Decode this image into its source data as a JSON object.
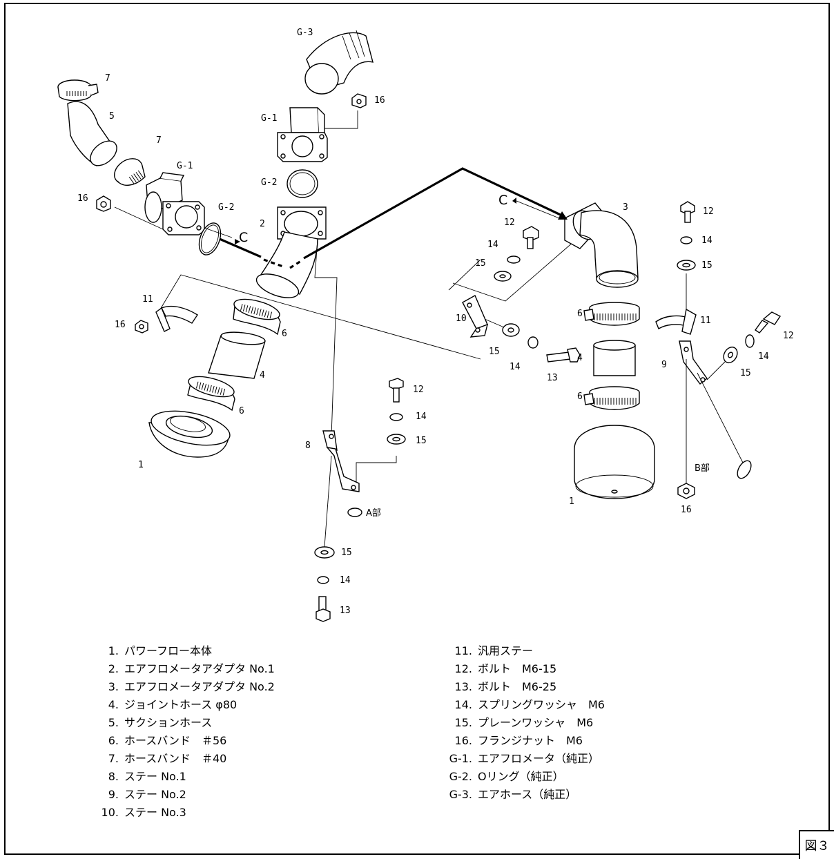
{
  "diagram": {
    "callouts": {
      "left": {
        "hose_band_top": "7",
        "suction_hose": "5",
        "hose_band_mid": "7",
        "airflow_meter": "G-1",
        "flange_nut": "16",
        "o_ring": "G-2",
        "adapter_no1": "2",
        "universal_stay": "11",
        "flange_nut_stay": "16",
        "hose_band_upper": "6",
        "joint_hose": "4",
        "hose_band_lower": "6",
        "powerflow_body": "1"
      },
      "center": {
        "air_hose": "G-3",
        "flange_nut": "16",
        "airflow_meter": "G-1",
        "o_ring": "G-2",
        "adapter_no1": "2",
        "bolt_a": "12",
        "spring_washer_a": "14",
        "plain_washer_a": "15",
        "stay_no1": "8",
        "plain_washer_b": "15",
        "spring_washer_b": "14",
        "bolt_b": "13",
        "stay_no3": "10",
        "bolt_c": "12",
        "spring_washer_c": "14",
        "plain_washer_c": "15",
        "plain_washer_d": "15",
        "spring_washer_d": "14",
        "bolt_d": "13"
      },
      "right": {
        "adapter_no2": "3",
        "bolt_a": "12",
        "spring_washer_a": "14",
        "plain_washer_a": "15",
        "hose_band_upper": "6",
        "universal_stay": "11",
        "joint_hose": "4",
        "hose_band_lower": "6",
        "stay_no2": "9",
        "bolt_b": "12",
        "spring_washer_b": "14",
        "plain_washer_b": "15",
        "powerflow_body": "1",
        "flange_nut": "16"
      }
    },
    "view_marker_left": "C",
    "view_marker_right": "C",
    "detail_a": "A部",
    "detail_b": "B部"
  },
  "legend_left": [
    {
      "num": "1.",
      "text": "パワーフロー本体"
    },
    {
      "num": "2.",
      "text": "エアフロメータアダプタ No.1"
    },
    {
      "num": "3.",
      "text": "エアフロメータアダプタ No.2"
    },
    {
      "num": "4.",
      "text": "ジョイントホース φ80"
    },
    {
      "num": "5.",
      "text": "サクションホース"
    },
    {
      "num": "6.",
      "text": "ホースバンド　＃56"
    },
    {
      "num": "7.",
      "text": "ホースバンド　＃40"
    },
    {
      "num": "8.",
      "text": "ステー No.1"
    },
    {
      "num": "9.",
      "text": "ステー No.2"
    },
    {
      "num": "10.",
      "text": "ステー No.3"
    }
  ],
  "legend_right": [
    {
      "num": "11.",
      "text": "汎用ステー"
    },
    {
      "num": "12.",
      "text": "ボルト　M6-15"
    },
    {
      "num": "13.",
      "text": "ボルト　M6-25"
    },
    {
      "num": "14.",
      "text": "スプリングワッシャ　M6"
    },
    {
      "num": "15.",
      "text": "プレーンワッシャ　M6"
    },
    {
      "num": "16.",
      "text": "フランジナット　M6"
    },
    {
      "num": "G-1.",
      "text": "エアフロメータ（純正）"
    },
    {
      "num": "G-2.",
      "text": "Oリング（純正）"
    },
    {
      "num": "G-3.",
      "text": "エアホース（純正）"
    }
  ],
  "figure_label": "図３"
}
